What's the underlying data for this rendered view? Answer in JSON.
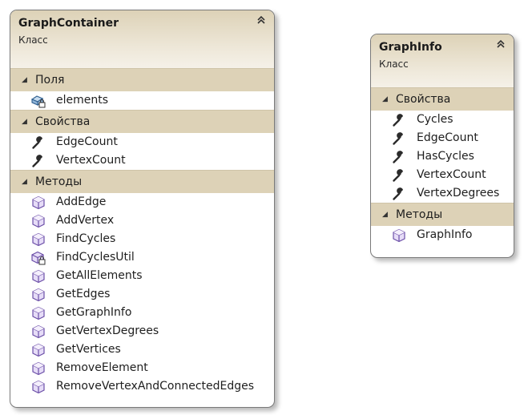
{
  "classes": [
    {
      "title": "GraphContainer",
      "stereotype": "Класс",
      "sections": [
        {
          "label": "Поля",
          "items": [
            {
              "name": "elements",
              "icon": "private-field-icon"
            }
          ]
        },
        {
          "label": "Свойства",
          "items": [
            {
              "name": "EdgeCount",
              "icon": "property-icon"
            },
            {
              "name": "VertexCount",
              "icon": "property-icon"
            }
          ]
        },
        {
          "label": "Методы",
          "items": [
            {
              "name": "AddEdge",
              "icon": "method-icon"
            },
            {
              "name": "AddVertex",
              "icon": "method-icon"
            },
            {
              "name": "FindCycles",
              "icon": "method-icon"
            },
            {
              "name": "FindCyclesUtil",
              "icon": "private-method-icon"
            },
            {
              "name": "GetAllElements",
              "icon": "method-icon"
            },
            {
              "name": "GetEdges",
              "icon": "method-icon"
            },
            {
              "name": "GetGraphInfo",
              "icon": "method-icon"
            },
            {
              "name": "GetVertexDegrees",
              "icon": "method-icon"
            },
            {
              "name": "GetVertices",
              "icon": "method-icon"
            },
            {
              "name": "RemoveElement",
              "icon": "method-icon"
            },
            {
              "name": "RemoveVertexAndConnectedEdges",
              "icon": "method-icon"
            }
          ]
        }
      ]
    },
    {
      "title": "GraphInfo",
      "stereotype": "Класс",
      "sections": [
        {
          "label": "Свойства",
          "items": [
            {
              "name": "Cycles",
              "icon": "property-icon"
            },
            {
              "name": "EdgeCount",
              "icon": "property-icon"
            },
            {
              "name": "HasCycles",
              "icon": "property-icon"
            },
            {
              "name": "VertexCount",
              "icon": "property-icon"
            },
            {
              "name": "VertexDegrees",
              "icon": "property-icon"
            }
          ]
        },
        {
          "label": "Методы",
          "items": [
            {
              "name": "GraphInfo",
              "icon": "method-icon"
            }
          ]
        }
      ]
    }
  ]
}
